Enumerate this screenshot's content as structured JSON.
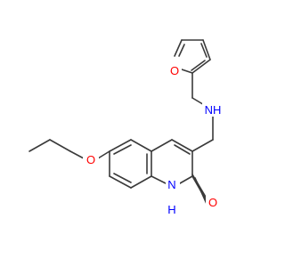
{
  "molecule": {
    "atoms": {
      "ether_oxygen": {
        "text": "O",
        "color": "#ff0000"
      },
      "furan_oxygen": {
        "text": "O",
        "color": "#ff0000"
      },
      "amine": {
        "text": "NH",
        "color": "#0000ff"
      },
      "ring_nitrogen_h": {
        "text": "H",
        "color": "#0000ff"
      },
      "ring_nitrogen": {
        "text": "N",
        "color": "#0000ff"
      },
      "carbonyl_oxygen": {
        "text": "O",
        "color": "#ff0000"
      }
    },
    "bond_color": "#3a3a3a"
  }
}
